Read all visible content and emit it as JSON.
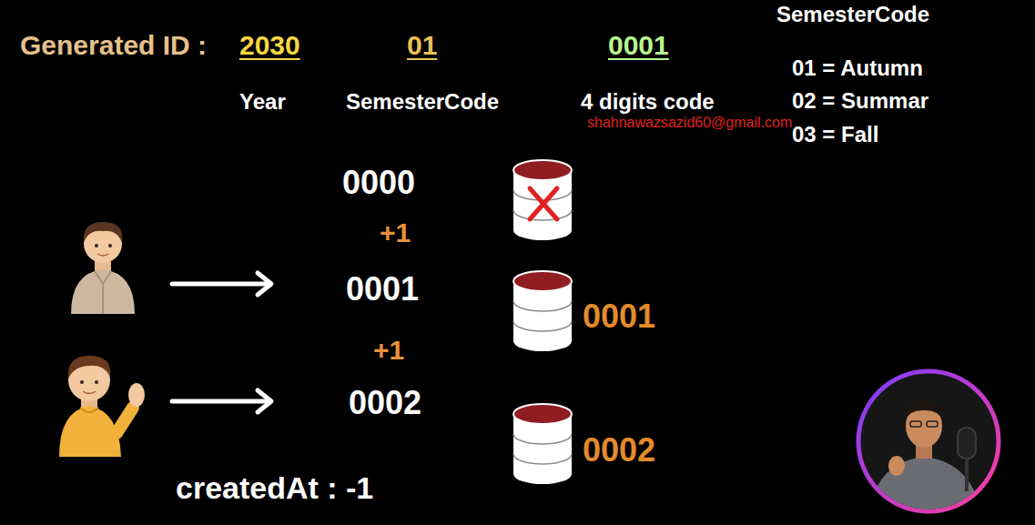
{
  "diagram": {
    "nodes": [
      {
        "text": [
          "0001"
        ]
      },
      {
        "text": [
          "0002"
        ]
      }
    ],
    "labels": [
      "Generated ID :",
      "2030",
      "01",
      "0001",
      "Year",
      "SemesterCode",
      "4 digits code",
      "SemesterCode",
      "01 = Autumn",
      "02 = Summar",
      "03 = Fall",
      "shahnawazsazid60@gmail.com",
      "0000",
      "+1",
      "0001",
      "+1",
      "0002",
      "createdAt : -1"
    ]
  }
}
